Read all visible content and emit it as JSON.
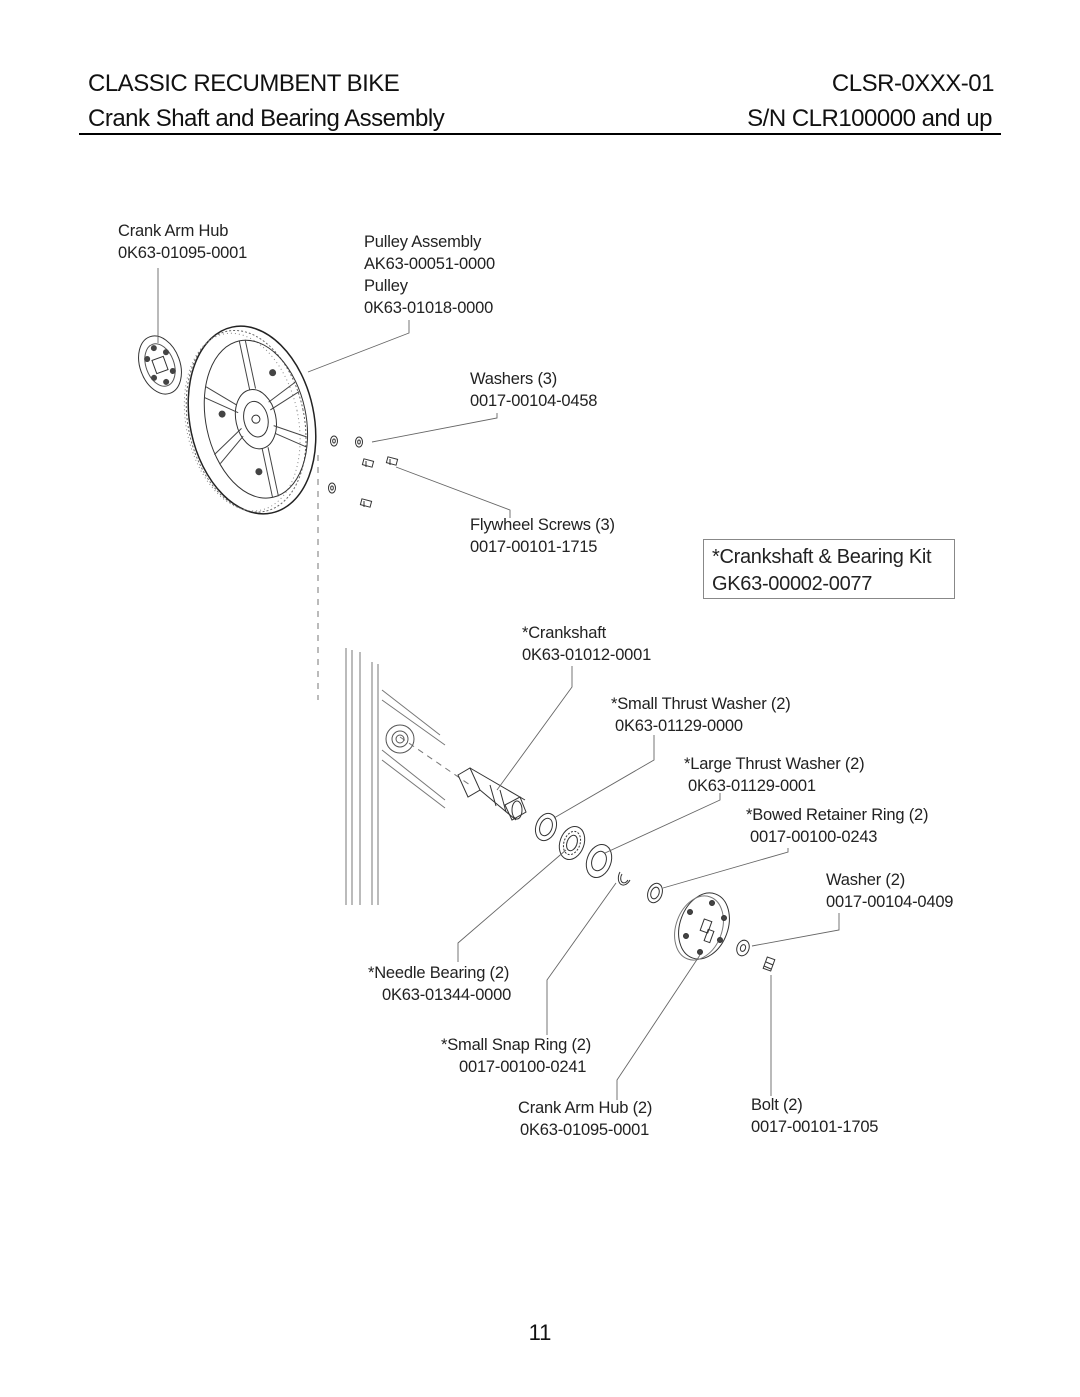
{
  "header": {
    "title_left": "CLASSIC RECUMBENT BIKE",
    "title_right": "CLSR-0XXX-01",
    "subtitle_left": "Crank Shaft and Bearing Assembly",
    "subtitle_right": "S/N CLR100000 and up"
  },
  "labels": {
    "crank_arm_hub_top": {
      "name": "Crank Arm Hub",
      "part": "0K63-01095-0001"
    },
    "pulley_assembly": {
      "name": "Pulley Assembly",
      "part": "AK63-00051-0000",
      "sub_name": "Pulley",
      "sub_part": "0K63-01018-0000"
    },
    "washers": {
      "name": "Washers (3)",
      "part": "0017-00104-0458"
    },
    "flywheel_screws": {
      "name": "Flywheel Screws (3)",
      "part": "0017-00101-1715"
    },
    "crankshaft": {
      "name": "*Crankshaft",
      "part": "0K63-01012-0001"
    },
    "small_thrust_washer": {
      "name": "*Small Thrust Washer (2)",
      "part": "0K63-01129-0000"
    },
    "large_thrust_washer": {
      "name": "*Large Thrust Washer (2)",
      "part": "0K63-01129-0001"
    },
    "bowed_retainer_ring": {
      "name": "*Bowed Retainer Ring (2)",
      "part": "0017-00100-0243"
    },
    "washer": {
      "name": "Washer (2)",
      "part": "0017-00104-0409"
    },
    "needle_bearing": {
      "name": "*Needle Bearing (2)",
      "part": "0K63-01344-0000"
    },
    "small_snap_ring": {
      "name": "*Small Snap Ring (2)",
      "part": "0017-00100-0241"
    },
    "crank_arm_hub_bottom": {
      "name": "Crank Arm Hub (2)",
      "part": "0K63-01095-0001"
    },
    "bolt": {
      "name": "Bolt (2)",
      "part": "0017-00101-1705"
    }
  },
  "kit": {
    "line1": "*Crankshaft & Bearing Kit",
    "line2": "GK63-00002-0077"
  },
  "page_number": "11"
}
